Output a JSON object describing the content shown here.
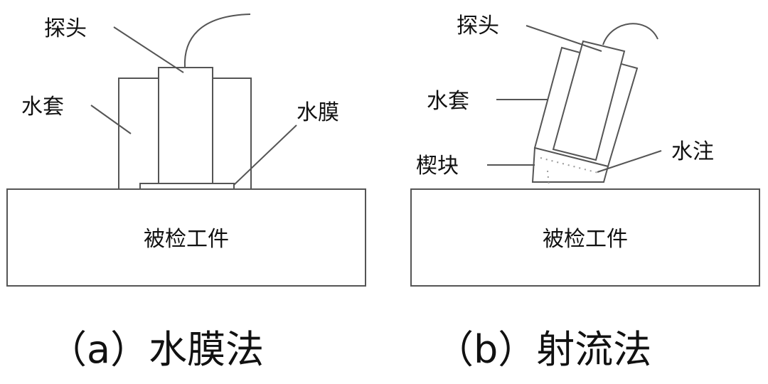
{
  "panel_a": {
    "labels": {
      "probe": "探头",
      "water_jacket": "水套",
      "water_film": "水膜",
      "workpiece": "被检工件"
    },
    "caption": "（a）水膜法"
  },
  "panel_b": {
    "labels": {
      "probe": "探头",
      "water_jacket": "水套",
      "wedge": "楔块",
      "water_jet": "水注",
      "workpiece": "被检工件"
    },
    "caption": "（b）射流法"
  }
}
